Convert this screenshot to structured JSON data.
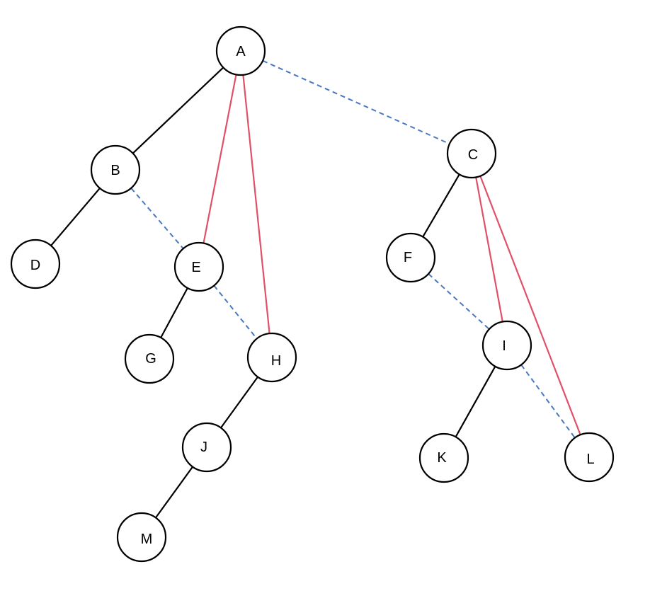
{
  "colors": {
    "tree_edge": "#000000",
    "red_edge": "#e05068",
    "dashed_edge": "#4a78c0",
    "node_fill": "#ffffff",
    "node_stroke": "#000000"
  },
  "nodes": [
    {
      "id": "A",
      "label": "A"
    },
    {
      "id": "B",
      "label": "B"
    },
    {
      "id": "C",
      "label": "C"
    },
    {
      "id": "D",
      "label": "D"
    },
    {
      "id": "E",
      "label": "E"
    },
    {
      "id": "F",
      "label": "F"
    },
    {
      "id": "G",
      "label": "G"
    },
    {
      "id": "H",
      "label": "H"
    },
    {
      "id": "I",
      "label": "I"
    },
    {
      "id": "J",
      "label": "J"
    },
    {
      "id": "K",
      "label": "K"
    },
    {
      "id": "L",
      "label": "L"
    },
    {
      "id": "M",
      "label": "M"
    }
  ],
  "edges": [
    {
      "from": "A",
      "to": "B",
      "style": "tree"
    },
    {
      "from": "B",
      "to": "D",
      "style": "tree"
    },
    {
      "from": "E",
      "to": "G",
      "style": "tree"
    },
    {
      "from": "H",
      "to": "J",
      "style": "tree"
    },
    {
      "from": "J",
      "to": "M",
      "style": "tree"
    },
    {
      "from": "C",
      "to": "F",
      "style": "tree"
    },
    {
      "from": "I",
      "to": "K",
      "style": "tree"
    },
    {
      "from": "A",
      "to": "E",
      "style": "red"
    },
    {
      "from": "A",
      "to": "H",
      "style": "red"
    },
    {
      "from": "C",
      "to": "I",
      "style": "red"
    },
    {
      "from": "C",
      "to": "L",
      "style": "red"
    },
    {
      "from": "A",
      "to": "C",
      "style": "dashed"
    },
    {
      "from": "B",
      "to": "E",
      "style": "dashed"
    },
    {
      "from": "E",
      "to": "H",
      "style": "dashed"
    },
    {
      "from": "F",
      "to": "I",
      "style": "dashed"
    },
    {
      "from": "I",
      "to": "L",
      "style": "dashed"
    }
  ]
}
